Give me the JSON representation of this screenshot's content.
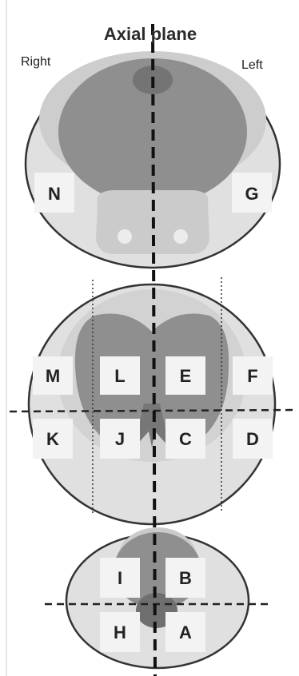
{
  "title": "Axial plane",
  "sides": {
    "right": "Right",
    "left": "Left"
  },
  "regions": {
    "top": [
      "N",
      "G"
    ],
    "middle_row1": [
      "M",
      "L",
      "E",
      "F"
    ],
    "middle_row2": [
      "K",
      "J",
      "C",
      "D"
    ],
    "bottom_row1": [
      "I",
      "B"
    ],
    "bottom_row2": [
      "H",
      "A"
    ]
  },
  "colors": {
    "outer_fill": "#e0e0e0",
    "mid_fill": "#c6c6c6",
    "dark_fill": "#8f8f8f",
    "darker_fill": "#777777",
    "outline": "#333333",
    "label_box": "#f3f3f3"
  }
}
